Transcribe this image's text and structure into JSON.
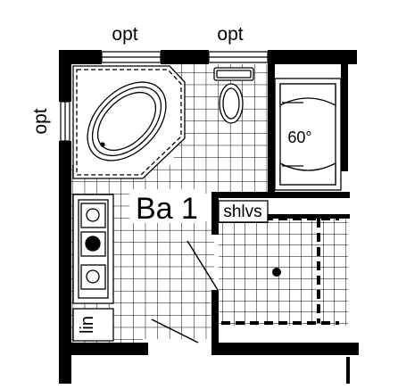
{
  "plan": {
    "room_label": "Ba 1",
    "labels": {
      "opt_top_left": "opt",
      "opt_top_right": "opt",
      "opt_left": "opt",
      "tub_size": "60°",
      "shelves": "shlvs",
      "linen": "lin"
    }
  }
}
